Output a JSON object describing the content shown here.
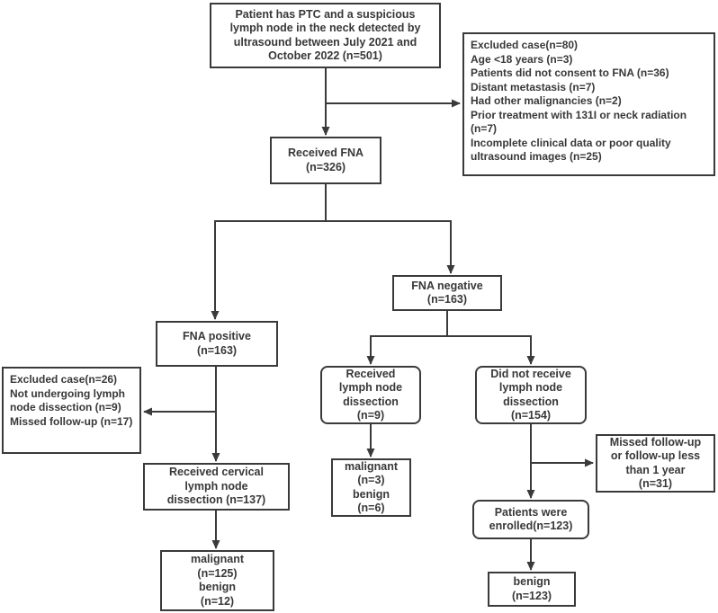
{
  "colors": {
    "line": "#3a3a3a",
    "box_border": "#3a3a3a",
    "text": "#383838",
    "background": "#ffffff"
  },
  "nodes": {
    "initial": {
      "label": "Patient has PTC and a suspicious\nlymph node in the neck detected by\nultrasound between July 2021 and\nOctober 2022  (n=501)"
    },
    "excluded_initial": {
      "title": "Excluded case(n=80)",
      "reasons": [
        "Age <18 years (n=3)",
        "Patients did not consent to FNA (n=36)",
        "Distant metastasis (n=7)",
        "Had other malignancies (n=2)",
        "Prior treatment with 131I or neck radiation (n=7)",
        "Incomplete clinical data or poor quality ultrasound images (n=25)"
      ]
    },
    "received_fna": {
      "label": "Received FNA\n(n=326)"
    },
    "fna_positive": {
      "label": "FNA positive\n(n=163)"
    },
    "fna_negative": {
      "label": "FNA negative\n(n=163)"
    },
    "excluded_fna_positive": {
      "title": "Excluded case(n=26)",
      "reasons": [
        "Not undergoing lymph node dissection (n=9)",
        "Missed follow-up (n=17)"
      ]
    },
    "received_cervical_dissection": {
      "label": "Received cervical\nlymph node\ndissection (n=137)"
    },
    "outcome_cervical_dissection": {
      "label": "malignant\n(n=125)\nbenign\n(n=12)"
    },
    "received_lymph_node_dissection": {
      "label": "Received\nlymph node\ndissection\n(n=9)"
    },
    "outcome_lymph_node_dissection": {
      "label": "malignant\n(n=3)\nbenign\n(n=6)"
    },
    "did_not_receive_dissection": {
      "label": "Did not receive\nlymph node\ndissection\n(n=154)"
    },
    "missed_followup": {
      "label": "Missed follow-up\nor follow-up less\nthan 1 year\n(n=31)"
    },
    "patients_enrolled": {
      "label": "Patients were\nenrolled(n=123)"
    },
    "benign_final": {
      "label": "benign\n(n=123)"
    }
  }
}
